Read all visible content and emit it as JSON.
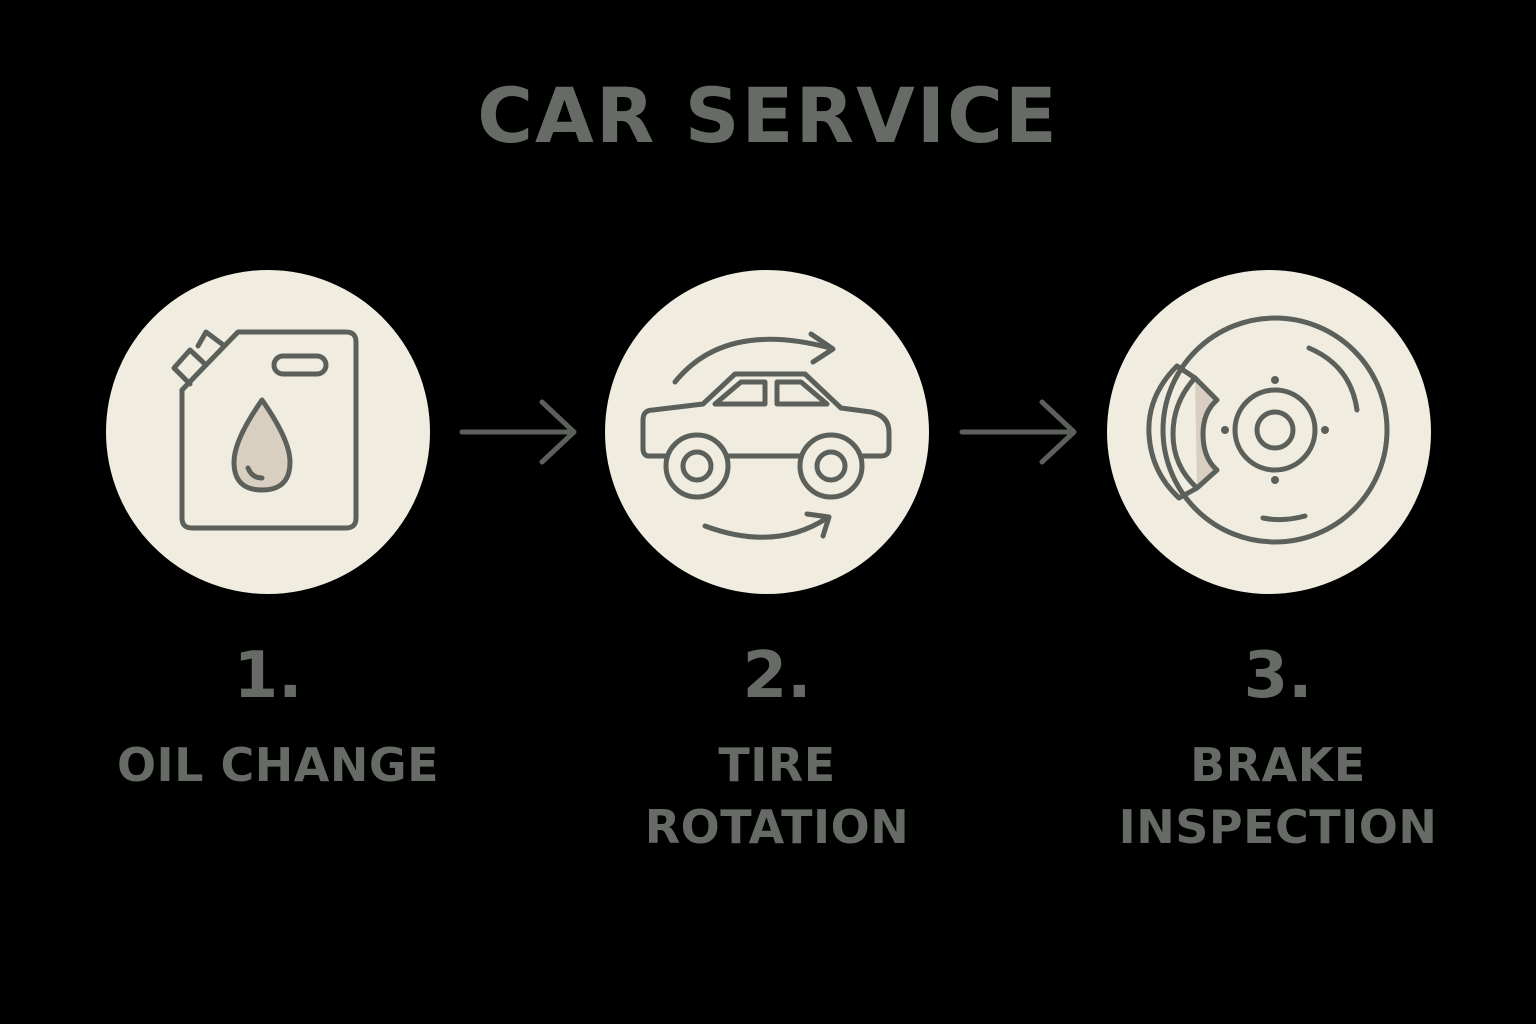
{
  "title": "CAR SERVICE",
  "colors": {
    "background": "#000000",
    "text": "#666b66",
    "circle_fill": "#f0ece0",
    "icon_stroke": "#5c605b",
    "icon_accent": "#d8cfc0"
  },
  "steps": [
    {
      "number": "1.",
      "label_lines": [
        "OIL CHANGE"
      ],
      "icon": "oil-can-icon"
    },
    {
      "number": "2.",
      "label_lines": [
        "TIRE ROTATION"
      ],
      "icon": "car-rotation-icon"
    },
    {
      "number": "3.",
      "label_lines": [
        "BRAKE",
        "INSPECTION"
      ],
      "icon": "brake-disc-icon"
    }
  ],
  "connectors": [
    "arrow-right-icon",
    "arrow-right-icon"
  ]
}
